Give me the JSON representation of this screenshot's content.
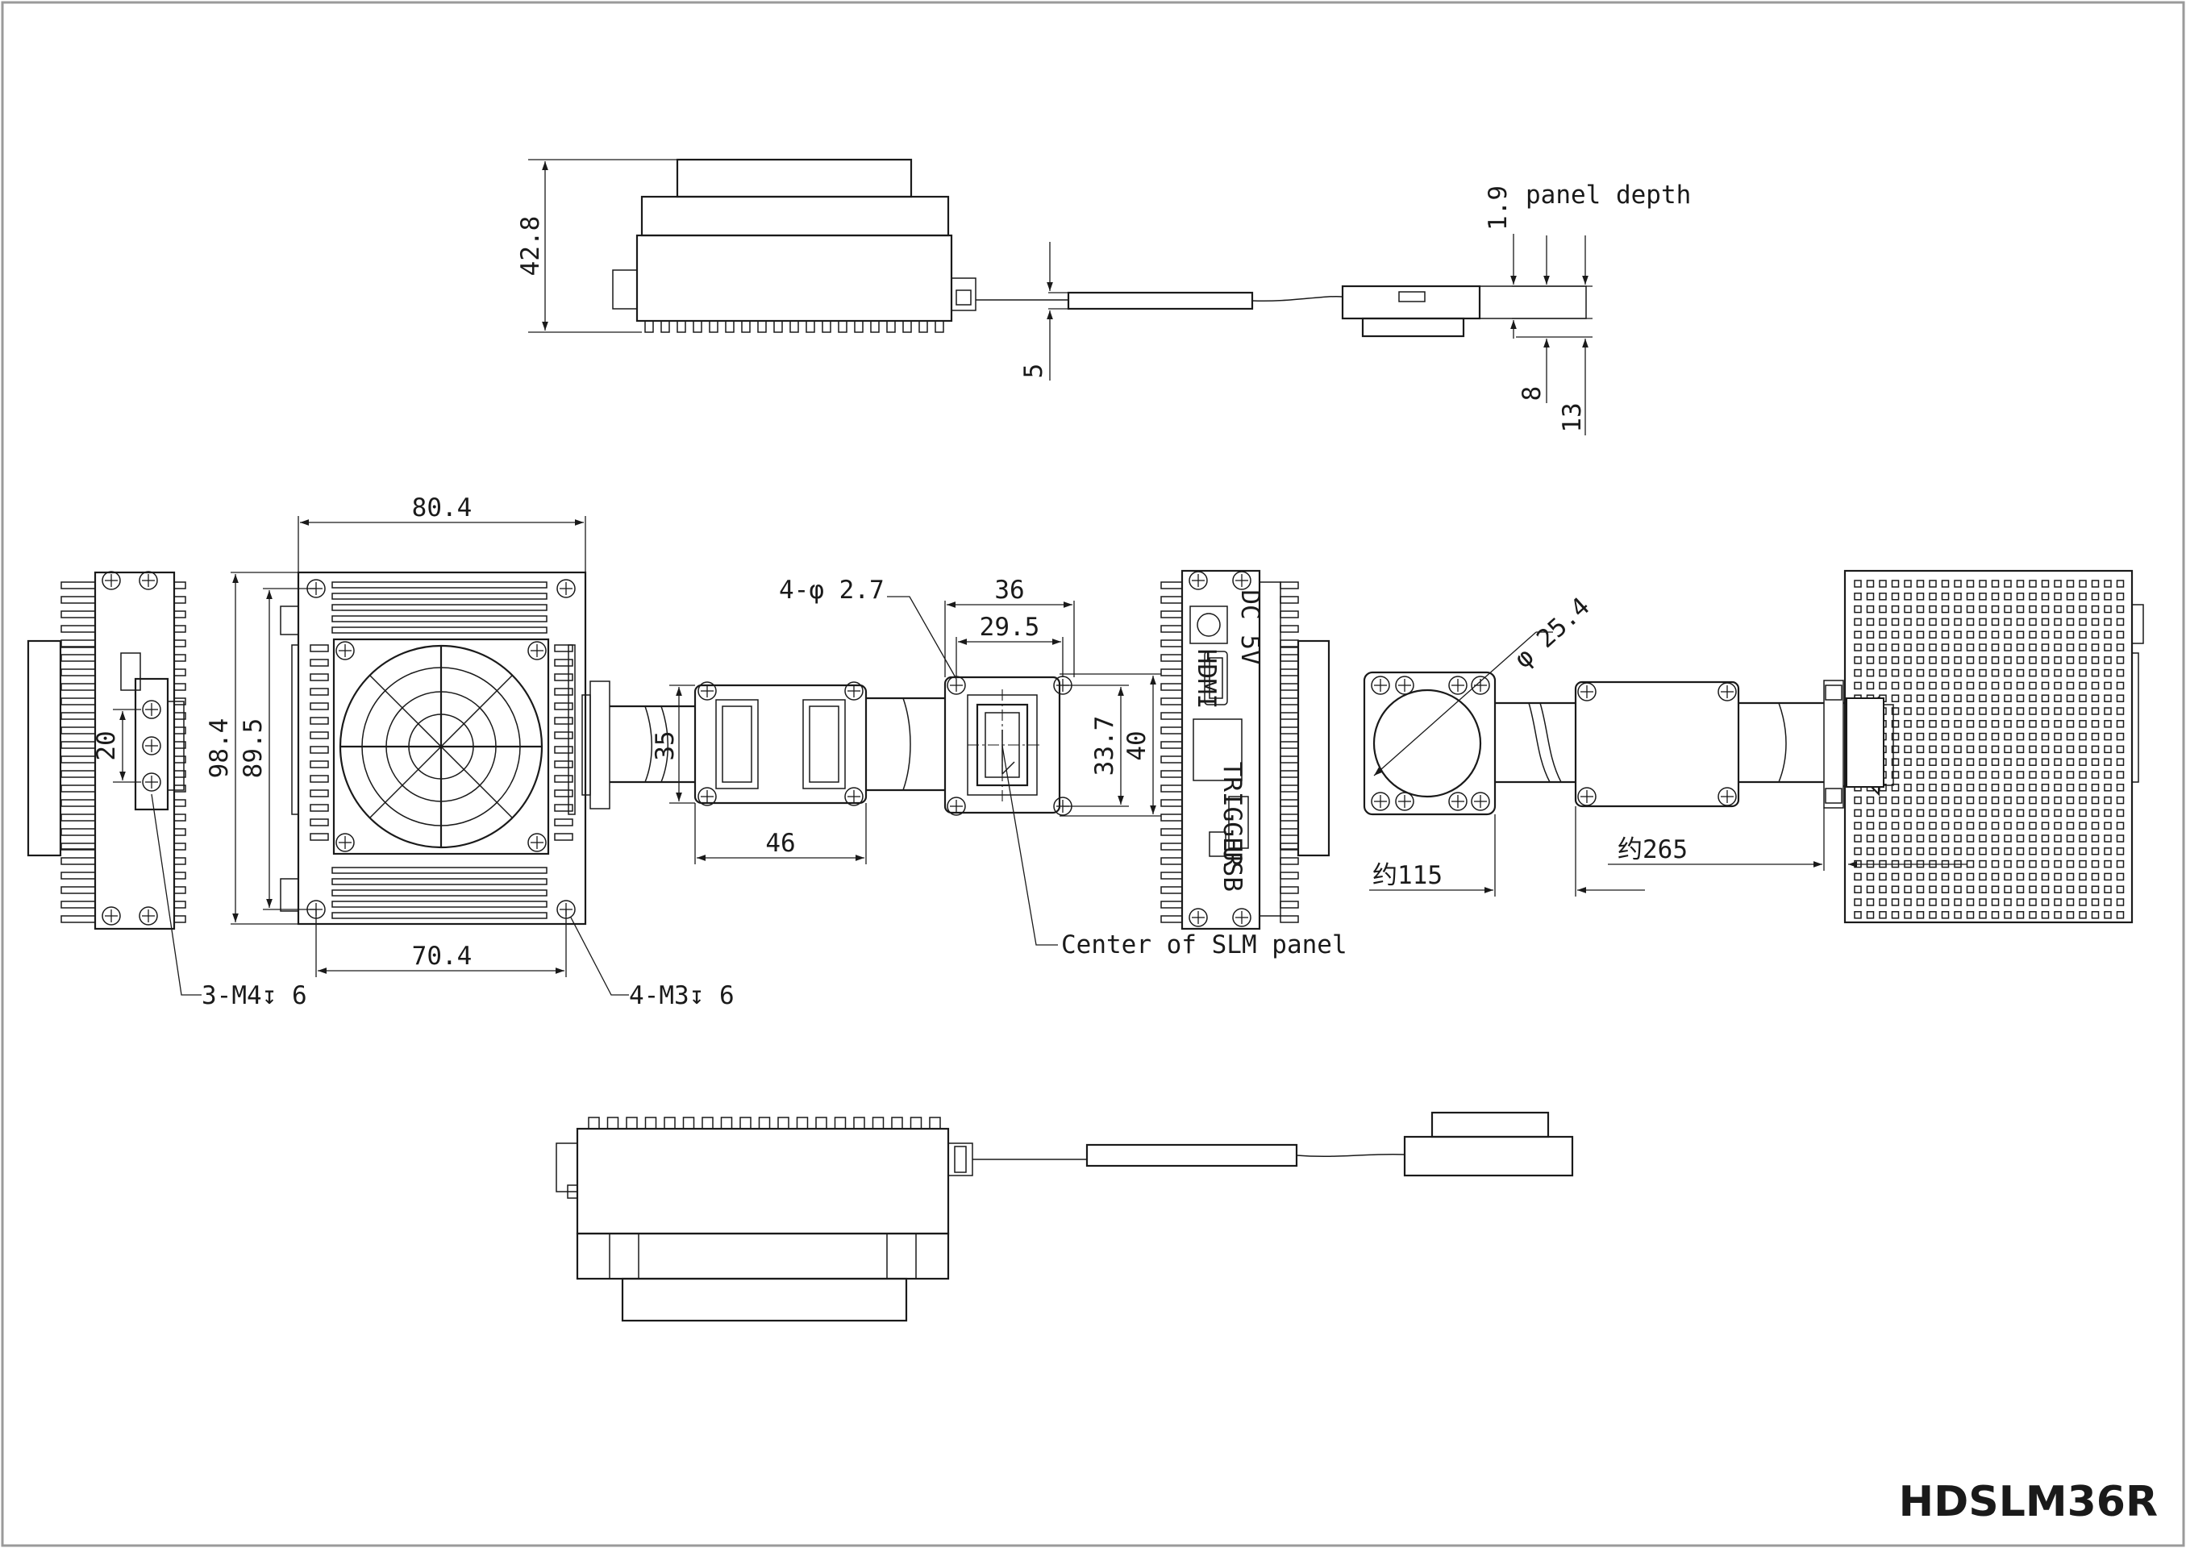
{
  "model": "HDSLM36R",
  "dimensions": {
    "height_total": "42.8",
    "panel_depth_value": "1.9",
    "panel_depth_label": "panel depth",
    "driver_board_thickness": "5",
    "panel_block_8": "8",
    "panel_block_13": "13",
    "width_80_4": "80.4",
    "height_98_4": "98.4",
    "height_89_5": "89.5",
    "hole_spacing_70_4": "70.4",
    "side_spacing_20": "20",
    "side_thread": "3-M4↧ 6",
    "mount_thread": "4-M3↧ 6",
    "cable_35": "35",
    "board_46": "46",
    "holes_4_phi": "4-φ 2.7",
    "panel_36": "36",
    "panel_29_5": "29.5",
    "panel_33_7": "33.7",
    "panel_40": "40",
    "center_label": "Center of SLM panel",
    "aperture": "φ 25.4",
    "cable_115": "约115",
    "cable_265": "约265"
  },
  "port_labels": {
    "power": "DC 5V",
    "hdmi": "HDMI",
    "ports_a": "USB",
    "ports_b": "TRIGGER"
  }
}
